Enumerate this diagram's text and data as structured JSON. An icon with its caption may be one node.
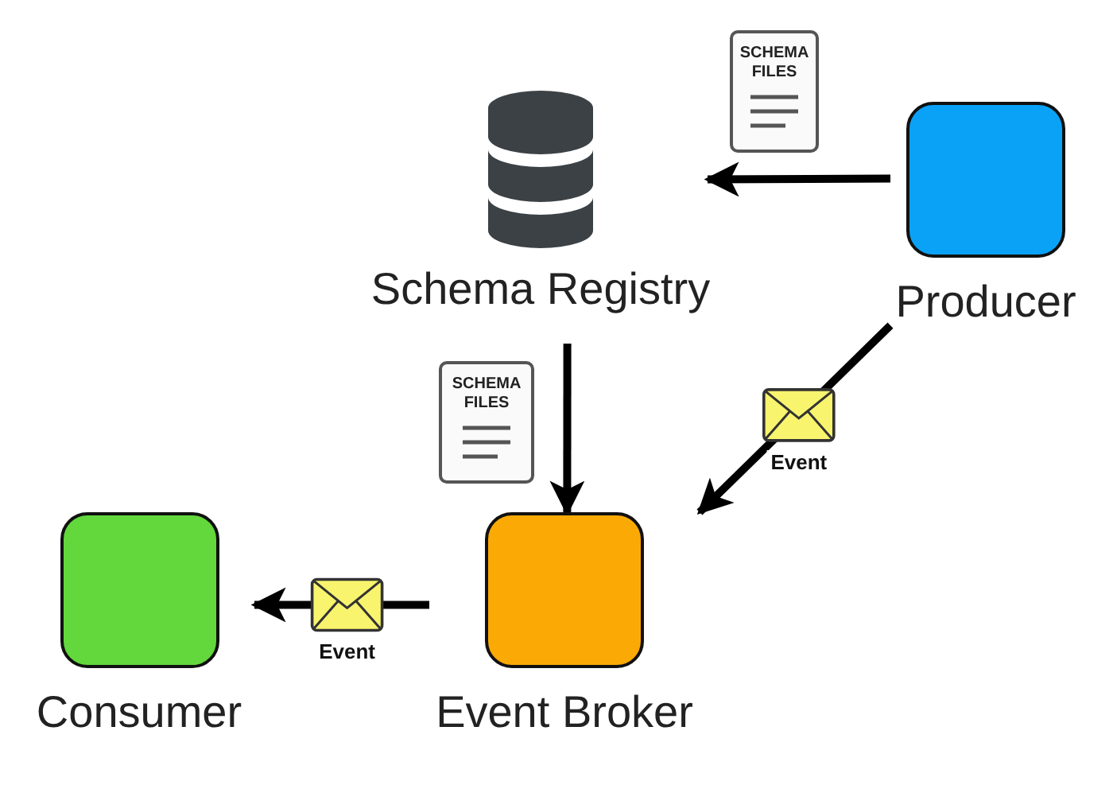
{
  "diagram": {
    "nodes": [
      {
        "text": [
          "Schema Registry"
        ]
      },
      {
        "text": [
          "Producer"
        ]
      },
      {
        "text": [
          "Event Broker"
        ]
      },
      {
        "text": [
          "Consumer"
        ]
      }
    ],
    "edges": [
      {
        "from": 1,
        "to": 0,
        "arrow": "to"
      },
      {
        "from": 0,
        "to": 2,
        "arrow": "to"
      },
      {
        "from": 1,
        "to": 2,
        "arrow": "to",
        "label": "Event"
      },
      {
        "from": 2,
        "to": 3,
        "arrow": "to",
        "label": "Event"
      }
    ],
    "labels": [
      "SCHEMA FILES",
      "SCHEMA FILES"
    ]
  }
}
